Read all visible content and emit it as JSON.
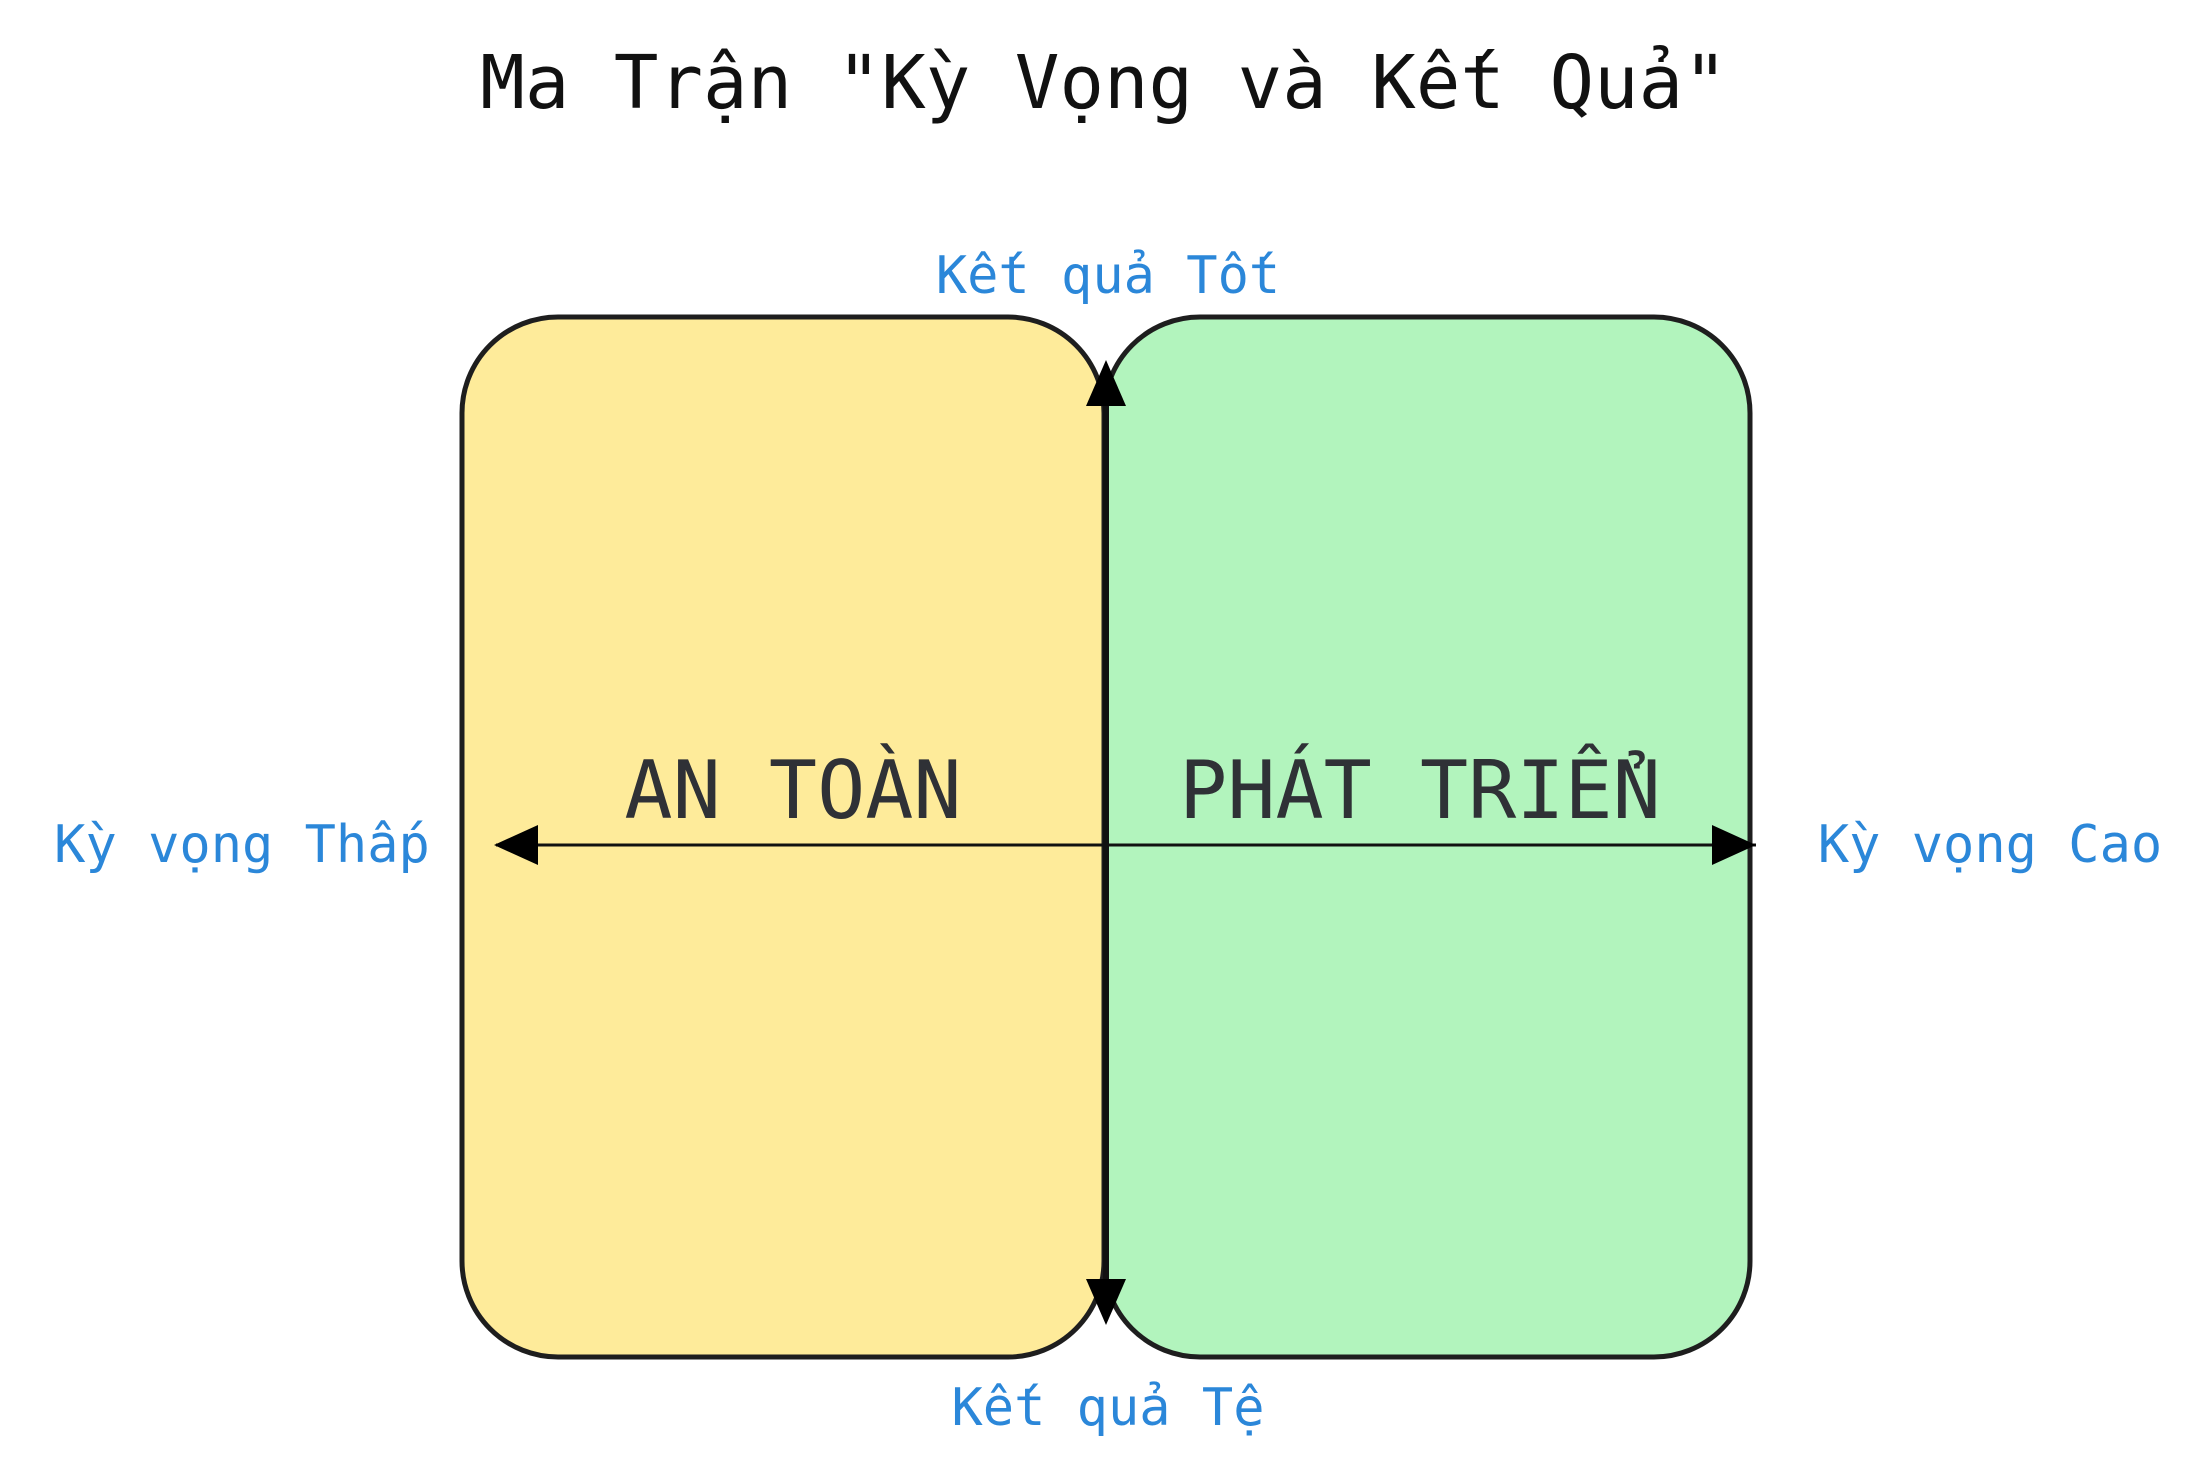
{
  "title": "Ma Trận \"Kỳ Vọng và Kết Quả\"",
  "quadrants": {
    "left": {
      "label": "AN TOÀN",
      "fill": "#FEEB9A"
    },
    "right": {
      "label": "PHÁT TRIỂN",
      "fill": "#B2F4BD"
    }
  },
  "axes": {
    "top_label": "Kết quả Tốt",
    "bottom_label": "Kết quả Tệ",
    "left_label": "Kỳ vọng Thấp",
    "right_label": "Kỳ vọng Cao",
    "label_color": "#2B87D9"
  }
}
